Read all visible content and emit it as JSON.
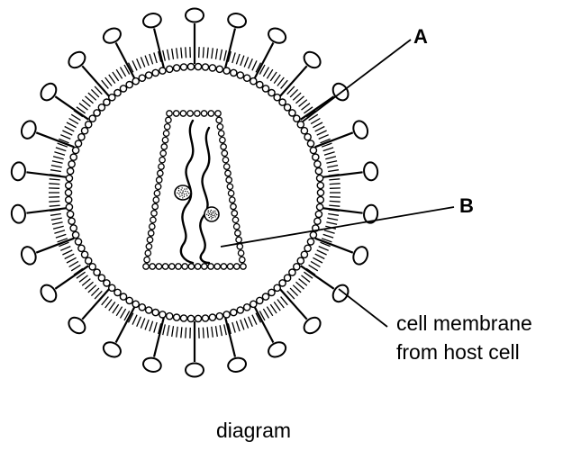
{
  "labels": {
    "a": "A",
    "b": "B",
    "membrane_line1": "cell membrane",
    "membrane_line2": "from host cell"
  },
  "caption": "diagram",
  "colors": {
    "ink": "#000000",
    "fill": "#ffffff"
  }
}
